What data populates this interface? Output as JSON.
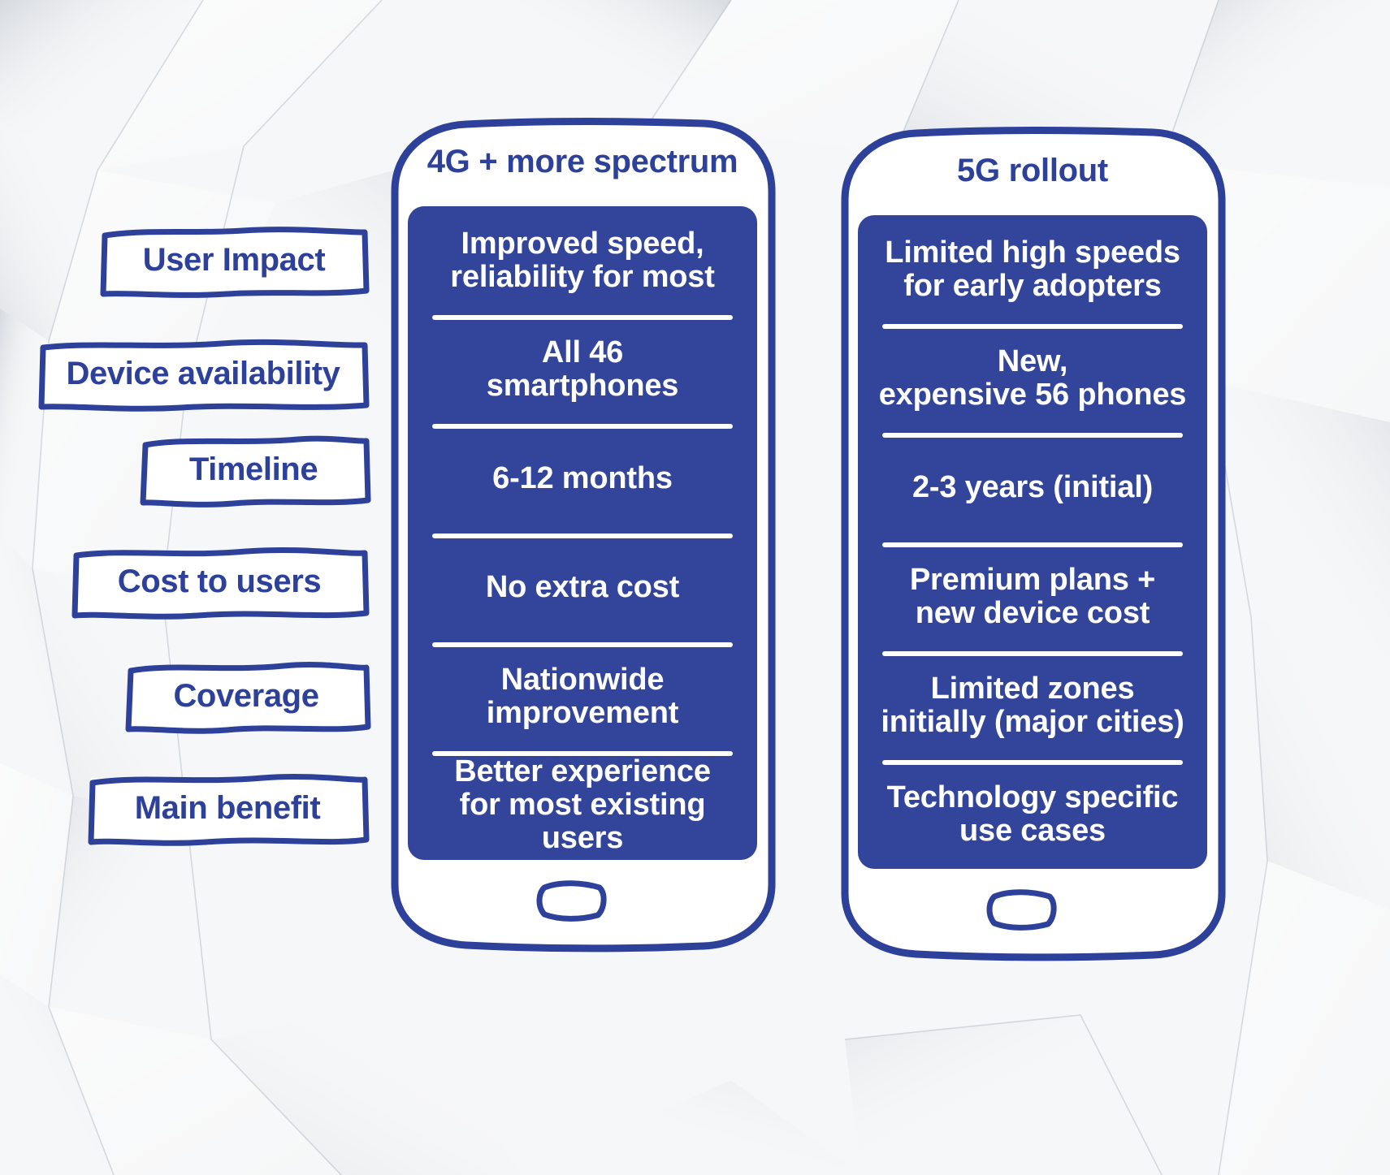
{
  "theme": {
    "brand_blue": "#32459b",
    "ink_blue": "#2e419a",
    "panel_white": "#ffffff",
    "paper_bg": "#f4f5f6"
  },
  "rows": [
    {
      "label": "User Impact",
      "left_col": "Improved speed,\nreliability for most",
      "right_col": "Limited high speeds\nfor early adopters"
    },
    {
      "label": "Device availability",
      "left_col": "All 46\nsmartphones",
      "right_col": "New,\nexpensive 56 phones"
    },
    {
      "label": "Timeline",
      "left_col": "6-12 months",
      "right_col": "2-3 years (initial)"
    },
    {
      "label": "Cost to users",
      "left_col": "No extra cost",
      "right_col": "Premium plans +\nnew device cost"
    },
    {
      "label": "Coverage",
      "left_col": "Nationwide\nimprovement",
      "right_col": "Limited zones\ninitially (major cities)"
    },
    {
      "label": "Main benefit",
      "left_col": "Better experience\nfor most existing users",
      "right_col": "Technology specific\nuse cases"
    }
  ],
  "phones": [
    {
      "title": "4G + more spectrum",
      "column_key": "left_col"
    },
    {
      "title": "5G rollout",
      "column_key": "right_col"
    }
  ],
  "icons": {
    "home_button": "home-button-icon"
  }
}
